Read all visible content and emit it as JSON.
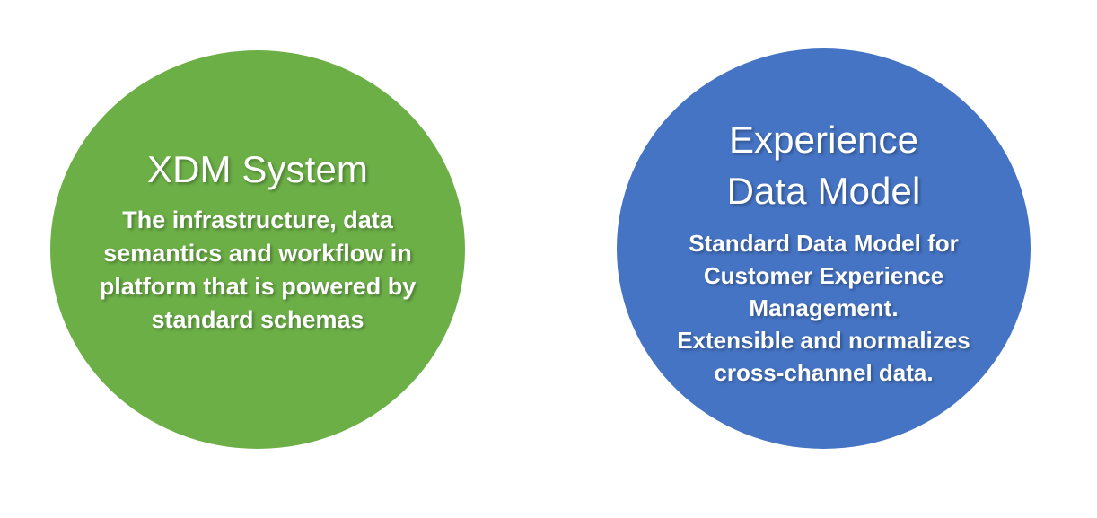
{
  "diagram": {
    "type": "two-circle-concept-diagram",
    "background_color": "#FFFFFF",
    "nodes": [
      {
        "id": "xdm-system",
        "shape": "circle",
        "fill_color": "#6CAF47",
        "text_color": "#FFFFFF",
        "title": "XDM System",
        "body": "The infrastructure, data\nsemantics and workflow in\nplatform that is powered by\nstandard schemas",
        "body_lines": [
          "The infrastructure, data",
          "semantics and workflow in",
          "platform that is powered by",
          "standard schemas"
        ]
      },
      {
        "id": "experience-data-model",
        "shape": "circle",
        "fill_color": "#4574C4",
        "text_color": "#FFFFFF",
        "title": "Experience\nData Model",
        "title_lines": [
          "Experience",
          "Data Model"
        ],
        "body": "Standard Data Model for\nCustomer Experience\nManagement.\nExtensible and normalizes\ncross-channel data.",
        "body_lines": [
          "Standard Data Model for",
          "Customer Experience",
          "Management.",
          "Extensible and normalizes",
          "cross-channel data."
        ]
      }
    ]
  }
}
